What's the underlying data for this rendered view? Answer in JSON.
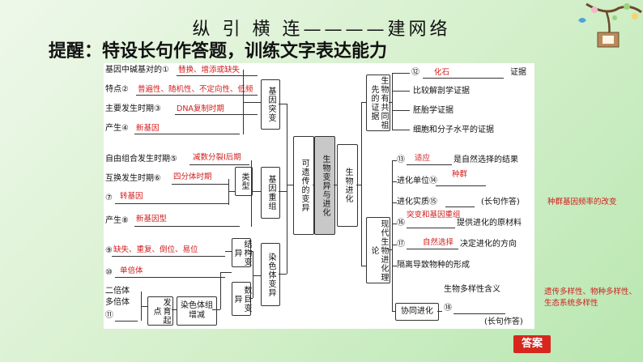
{
  "header": {
    "title": "纵 引 横 连————建网络",
    "subtitle": "提醒：特设长句作答题，训练文字表达能力"
  },
  "colors": {
    "red": "#d21d1d",
    "answer_bg": "#d7261d"
  },
  "left": {
    "q1": "基因中碱基对的①",
    "a1": "替换、增添或缺失",
    "q2": "特点②",
    "a2": "普遍性、随机性、不定向性、低频",
    "q3": "主要发生时期③",
    "a3": "DNA复制时期",
    "q4": "产生④",
    "a4": "新基因",
    "q5": "自由组合发生时期⑤",
    "a5": "减数分裂Ⅰ后期",
    "q6": "互换发生时期⑥",
    "a6": "四分体时期",
    "q7": "⑦",
    "a7": "转基因",
    "q8": "产生⑧",
    "a8": "新基因型",
    "q9": "⑨",
    "a9": "缺失、重复、倒位、易位",
    "q10": "⑩",
    "a10": "单倍体",
    "q11a": "二倍体",
    "q11b": "多倍体",
    "q11c": "⑪"
  },
  "boxes": {
    "mutation": "基因突变",
    "type": "类型",
    "recombination": "基因重组",
    "structure": "结构变异",
    "number": "数目变异",
    "chromosome": "染色体变异",
    "development": "发育起点",
    "chrom_increase": "染色体组增减",
    "heritable": "可遗传的变异",
    "variation_evolution": "生物变异与进化",
    "evolution": "生物进化",
    "common_ancestor": "生物有共同祖先的证据",
    "modern_theory": "现代生物进化理论",
    "coevolution": "协同进化"
  },
  "right": {
    "q12": "⑫",
    "a12": "化石",
    "t12": "证据",
    "e1": "比较解剖学证据",
    "e2": "胚胎学证据",
    "e3": "细胞和分子水平的证据",
    "q13": "⑬",
    "a13": "适应",
    "t13": "是自然选择的结果",
    "q14": "进化单位⑭",
    "a14": "种群",
    "q15": "进化实质⑮",
    "t15": "(长句作答)",
    "a15": "种群基因频率的改变",
    "q16": "⑯",
    "a16": "突变和基因重组",
    "t16": "提供进化的原材料",
    "q17": "⑰",
    "a17": "自然选择",
    "t17": "决定进化的方向",
    "iso": "隔离导致物种的形成",
    "div": "生物多样性含义",
    "q18": "⑱",
    "t18": "(长句作答)",
    "a18_1": "遗传多样性、物种多样性、",
    "a18_2": "生态系统多样性"
  },
  "footer": {
    "answer_button": "答案"
  }
}
